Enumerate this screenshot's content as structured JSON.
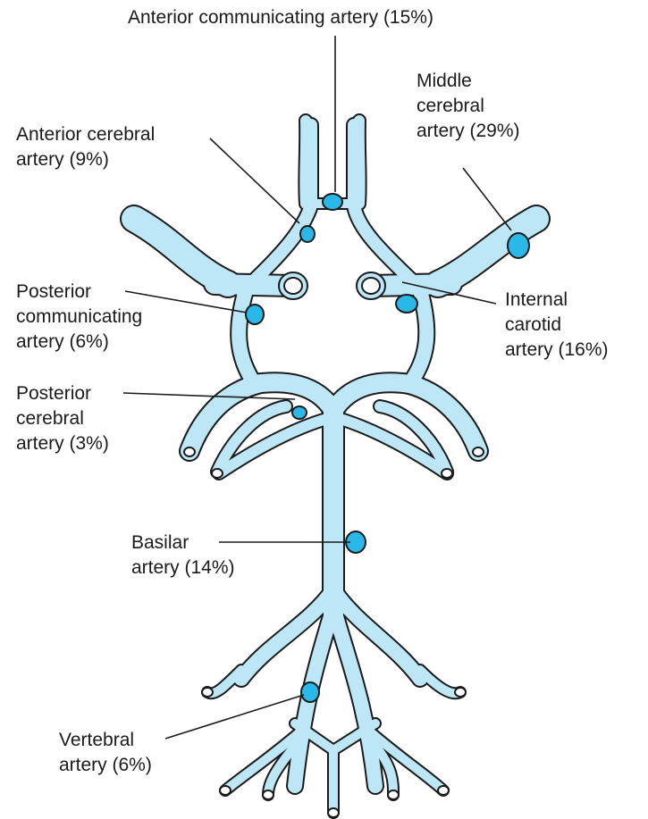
{
  "colors": {
    "vessel_fill": "#bde6f6",
    "vessel_outline": "#1b1b1b",
    "aneurysm": "#29b8e8",
    "text": "#1a1a1a",
    "background": "#ffffff"
  },
  "labels": {
    "acom": {
      "lines": [
        "Anterior communicating artery (15%)"
      ]
    },
    "aca": {
      "lines": [
        "Anterior cerebral",
        "artery (9%)"
      ]
    },
    "mca": {
      "lines": [
        "Middle",
        "cerebral",
        "artery (29%)"
      ]
    },
    "pcom": {
      "lines": [
        "Posterior",
        "communicating",
        "artery (6%)"
      ]
    },
    "ica": {
      "lines": [
        "Internal",
        "carotid",
        "artery (16%)"
      ]
    },
    "pca": {
      "lines": [
        "Posterior",
        "cerebral",
        "artery (3%)"
      ]
    },
    "basilar": {
      "lines": [
        "Basilar",
        "artery (14%)"
      ]
    },
    "vertebral": {
      "lines": [
        "Vertebral",
        "artery (6%)"
      ]
    }
  }
}
